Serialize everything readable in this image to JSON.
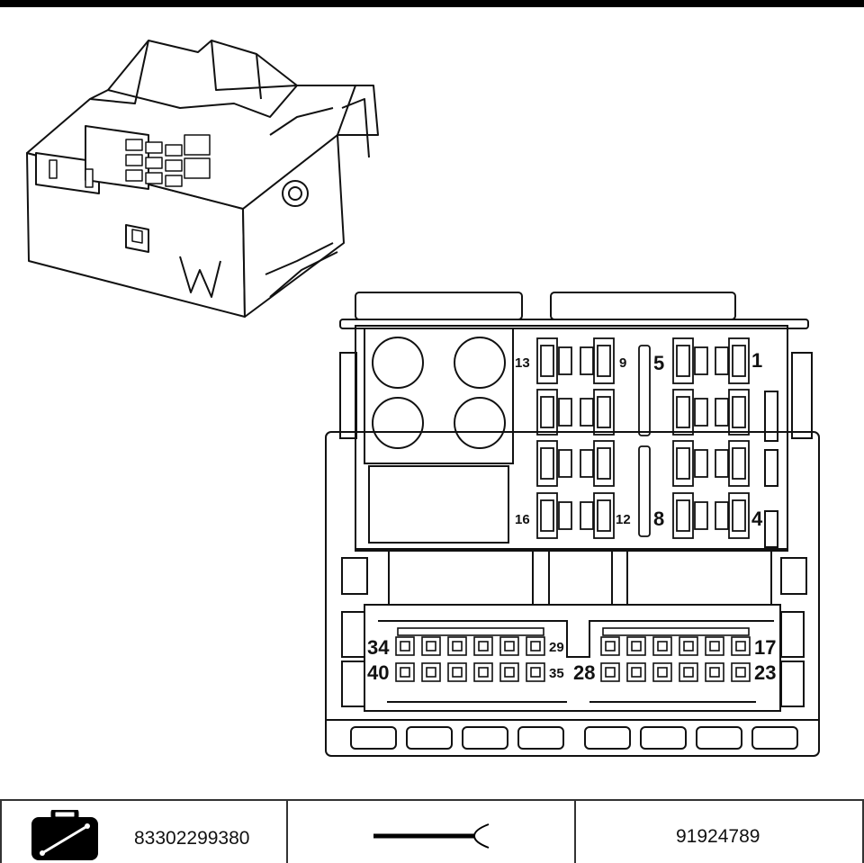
{
  "connector": {
    "upper_pins": {
      "p13": "13",
      "p9": "9",
      "p5": "5",
      "p1": "1",
      "p16": "16",
      "p12": "12",
      "p8": "8",
      "p4": "4"
    },
    "lower_pins": {
      "p34": "34",
      "p29": "29",
      "p17": "17",
      "p40": "40",
      "p35": "35",
      "p28": "28",
      "p23": "23"
    }
  },
  "footer": {
    "kit_number": "83302299380",
    "part_number": "91924789",
    "kit_icon": "repair-kit-icon",
    "terminal_icon": "wire-terminal-icon"
  }
}
